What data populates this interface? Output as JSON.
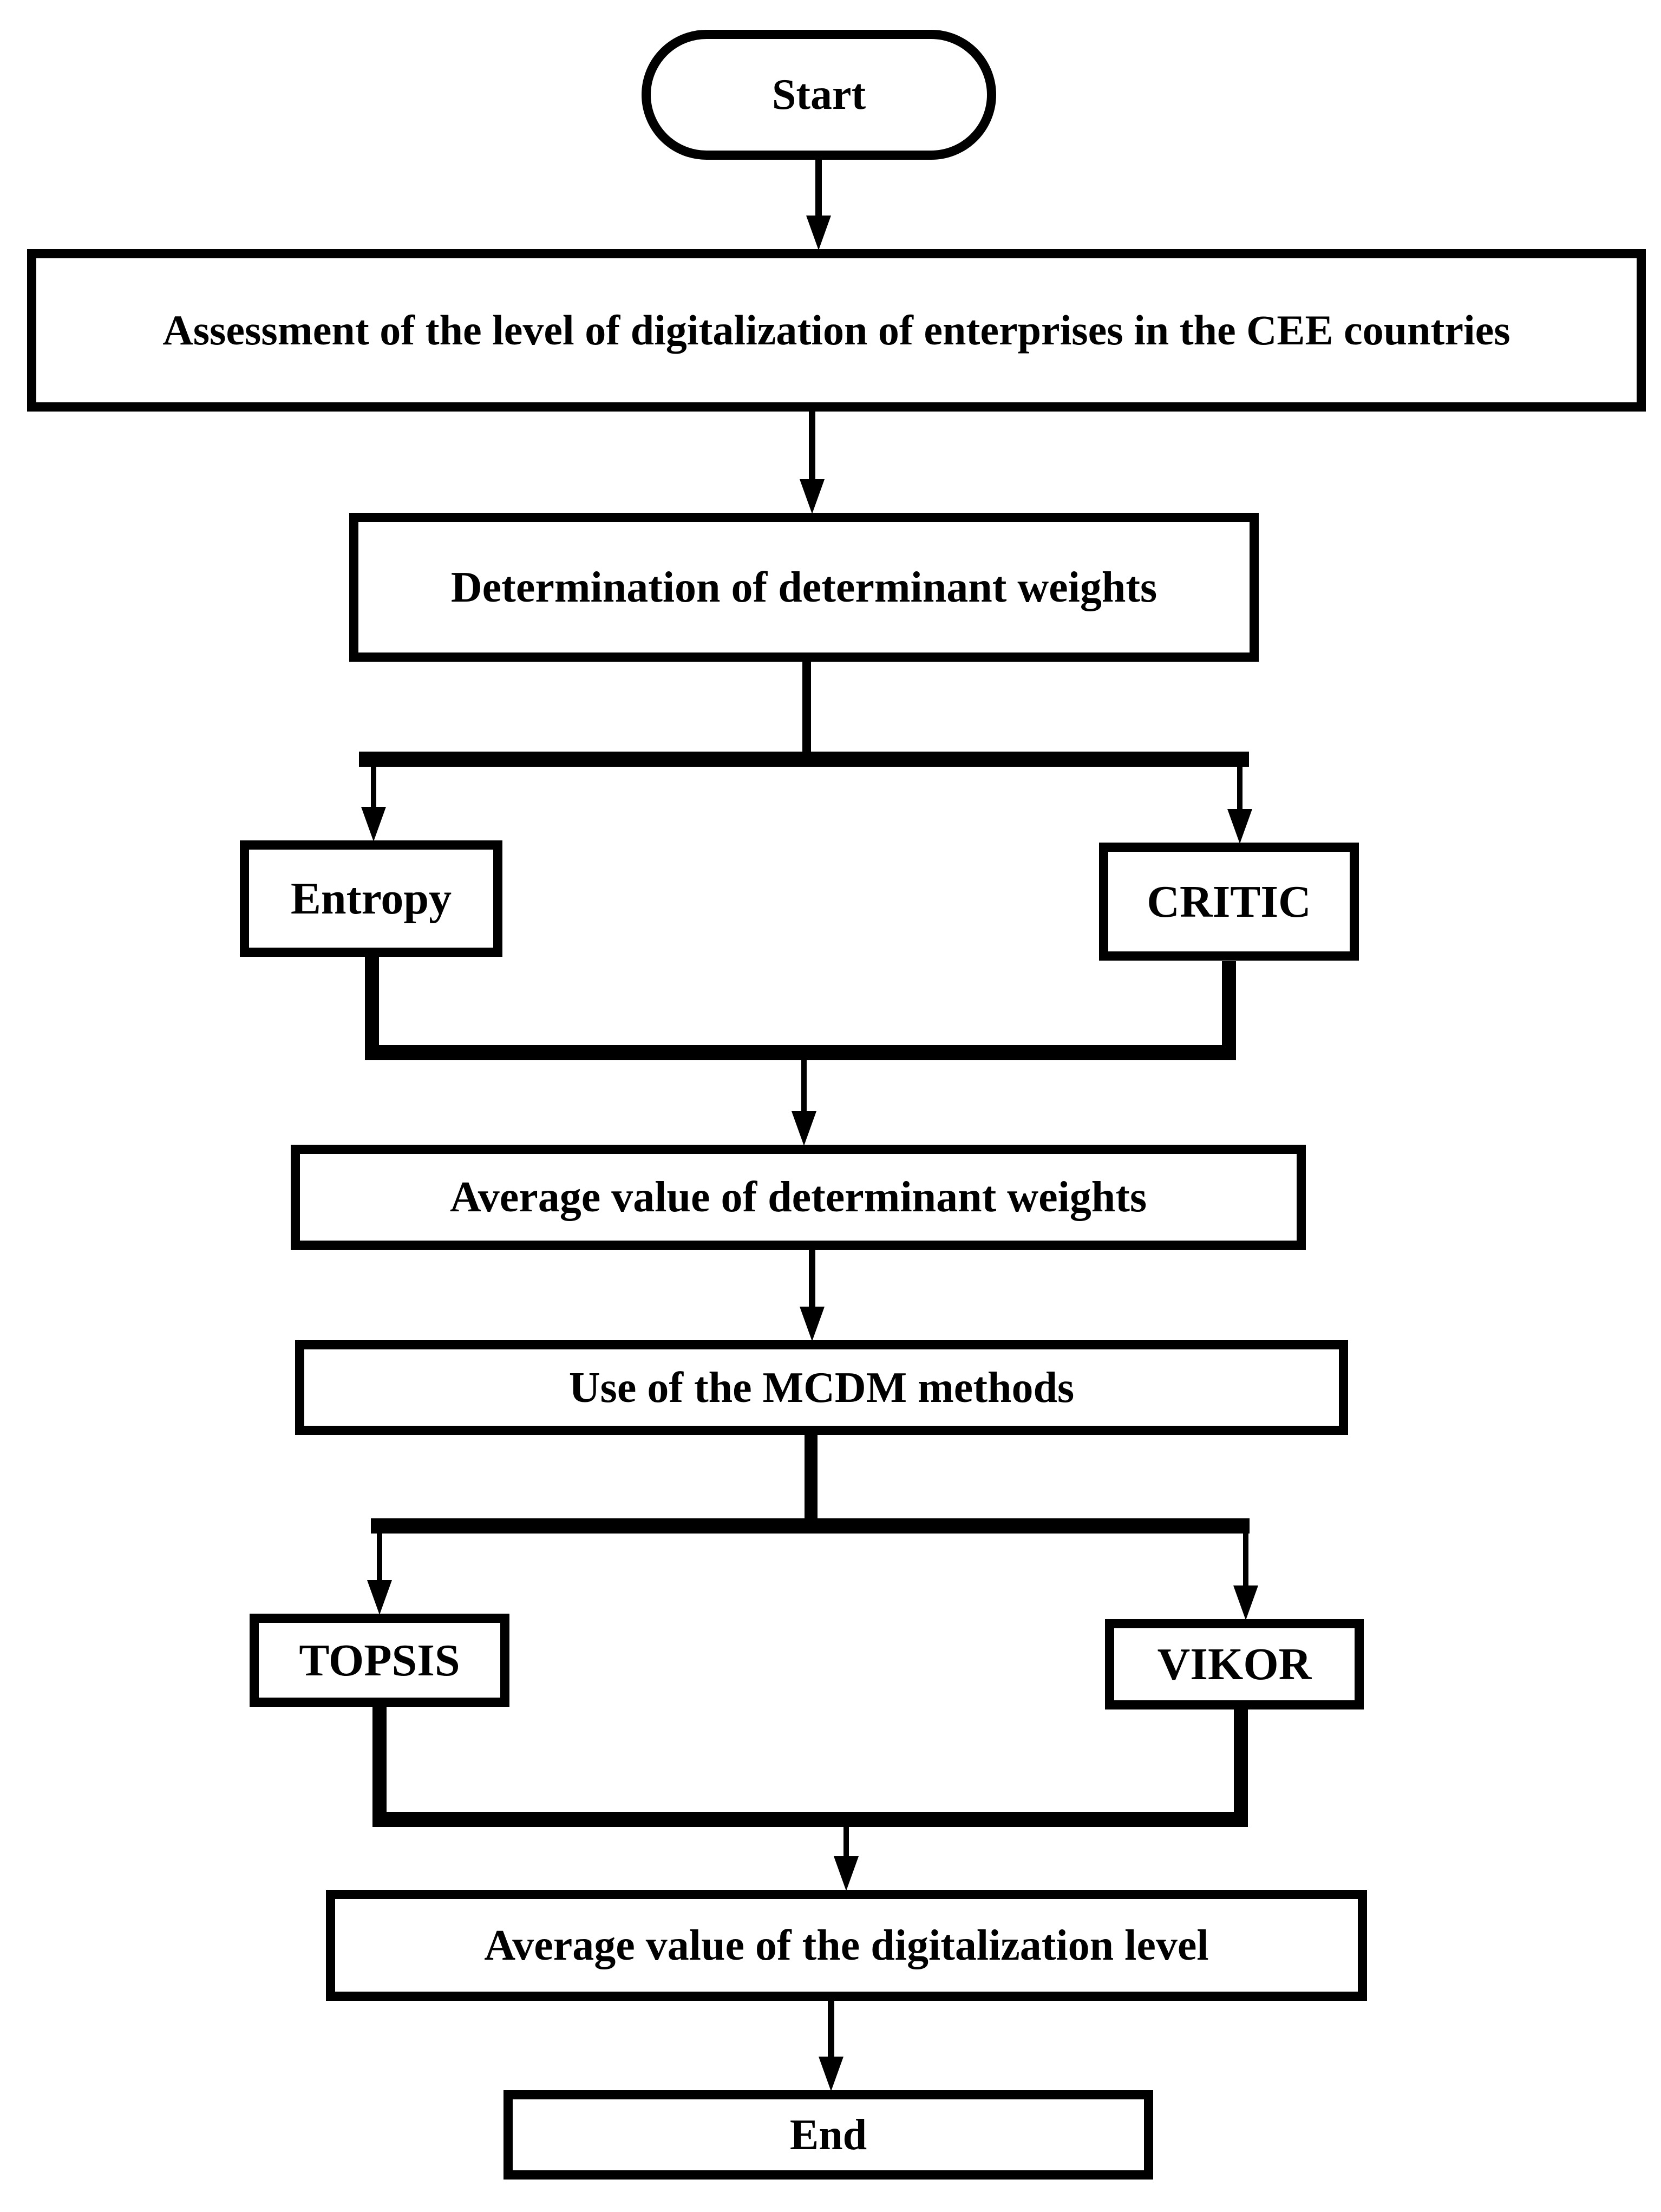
{
  "page": {
    "background_color": "#ffffff",
    "ink_color": "#000000",
    "type": "flowchart"
  },
  "flowchart": {
    "nodes": {
      "start": {
        "shape": "stadium",
        "label": "Start"
      },
      "assessment": {
        "shape": "rectangle",
        "label": "Assessment of the level of digitalization of enterprises in the CEE countries"
      },
      "determination": {
        "shape": "rectangle",
        "label": "Determination of determinant weights"
      },
      "entropy": {
        "shape": "rectangle",
        "label": "Entropy"
      },
      "critic": {
        "shape": "rectangle",
        "label": "CRITIC"
      },
      "avg_weights": {
        "shape": "rectangle",
        "label": "Average value of determinant weights"
      },
      "mcdm": {
        "shape": "rectangle",
        "label": "Use of the MCDM methods"
      },
      "topsis": {
        "shape": "rectangle",
        "label": "TOPSIS"
      },
      "vikor": {
        "shape": "rectangle",
        "label": "VIKOR"
      },
      "avg_digit": {
        "shape": "rectangle",
        "label": "Average value of the digitalization level"
      },
      "end": {
        "shape": "rectangle",
        "label": "End"
      }
    },
    "edges": [
      {
        "from": "start",
        "to": "assessment"
      },
      {
        "from": "assessment",
        "to": "determination"
      },
      {
        "from": "determination",
        "to": "entropy"
      },
      {
        "from": "determination",
        "to": "critic"
      },
      {
        "from": "entropy",
        "to": "avg_weights"
      },
      {
        "from": "critic",
        "to": "avg_weights"
      },
      {
        "from": "avg_weights",
        "to": "mcdm"
      },
      {
        "from": "mcdm",
        "to": "topsis"
      },
      {
        "from": "mcdm",
        "to": "vikor"
      },
      {
        "from": "topsis",
        "to": "avg_digit"
      },
      {
        "from": "vikor",
        "to": "avg_digit"
      },
      {
        "from": "avg_digit",
        "to": "end"
      }
    ]
  }
}
